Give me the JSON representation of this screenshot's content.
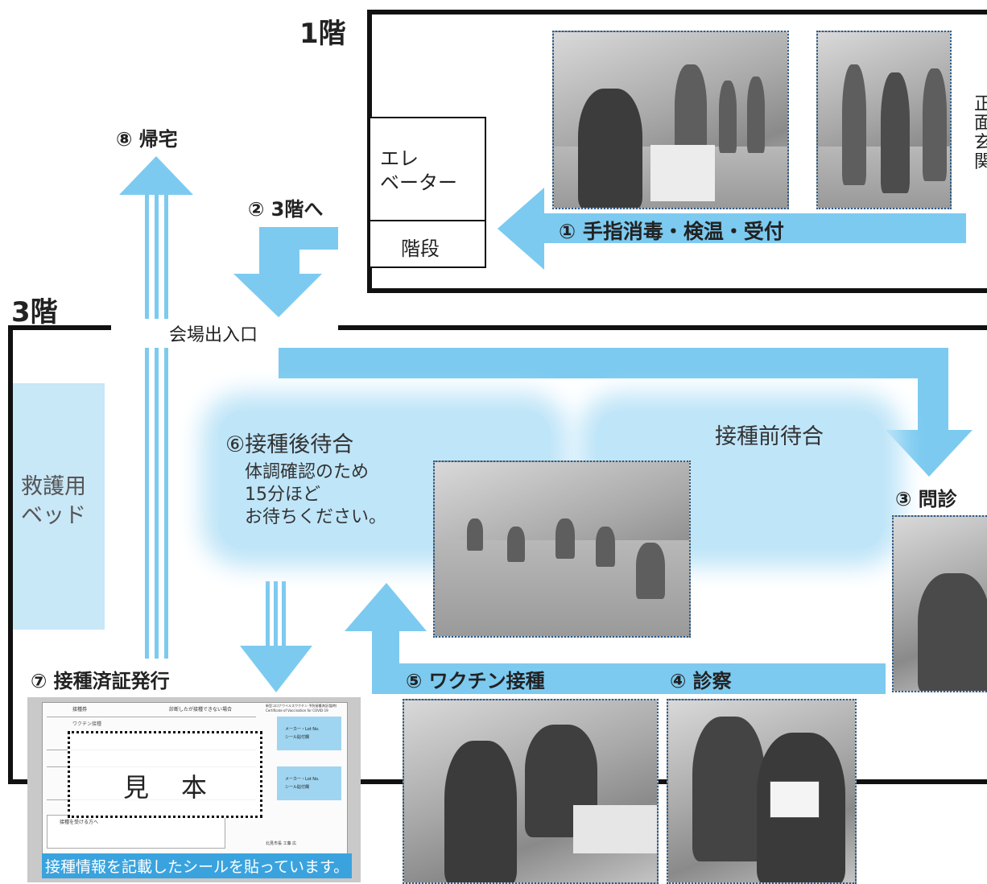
{
  "floors": {
    "first": "1階",
    "third": "3階"
  },
  "rooms": {
    "elevator_line1": "エレ",
    "elevator_line2": "ベーター",
    "stairs": "階段",
    "entrance_text": "正面玄関",
    "venue_entrance": "会場出入口",
    "rescue_bed_line1": "救護用",
    "rescue_bed_line2": "ベッド",
    "pre_wait": "接種前待合"
  },
  "steps": {
    "s1": "① 手指消毒・検温・受付",
    "s2": "② 3階へ",
    "s3": "③ 問診",
    "s4": "④ 診察",
    "s5": "⑤ ワクチン接種",
    "s6": "⑥接種後待合",
    "s6_note1": "体調確認のため",
    "s6_note2": "15分ほど",
    "s6_note3": "お待ちください。",
    "s7": "⑦ 接種済証発行",
    "s8": "⑧ 帰宅"
  },
  "certificate": {
    "sample_char1": "見",
    "sample_char2": "本",
    "caption": "接種情報を記載したシールを貼っています。",
    "header_left": "接種券",
    "header_mid": "診断したが接種できない場合",
    "header_right": "新型コロナウイルスワクチン 予防接種済証(臨時)",
    "header_right_sub": "Certificate of Vaccination for COVID-19",
    "vaccine_label": "ワクチン接種",
    "seal_text": "メーカー・Lot No.",
    "seal_sub": "シール貼付欄",
    "notice_title": "接種を受ける方へ",
    "issuer": "北見市長 工藤 広"
  },
  "colors": {
    "arrow": "#7ccaf0",
    "frame": "#111111",
    "glow": "#bfe5f8",
    "photo_border": "#2a5b8c"
  }
}
